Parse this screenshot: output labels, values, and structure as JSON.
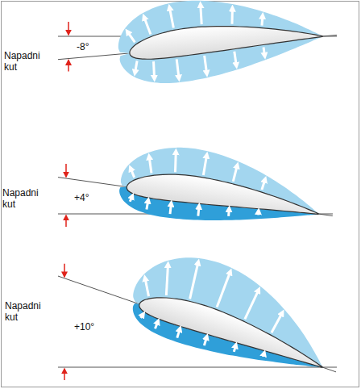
{
  "diagram": {
    "labels": [
      "Napadni kut",
      "-8°",
      "Napadni kut",
      "+4°",
      "Napadni kut",
      "+10°"
    ]
  }
}
